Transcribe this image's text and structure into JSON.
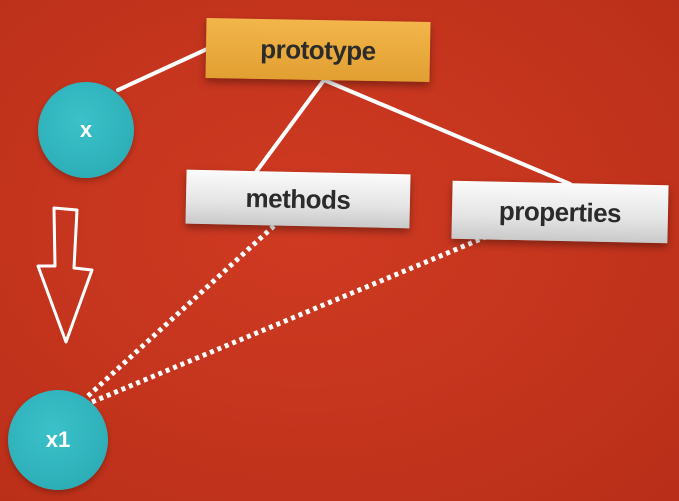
{
  "nodes": {
    "prototype": "prototype",
    "methods": "methods",
    "properties": "properties",
    "x": "x",
    "x1": "x1"
  },
  "colors": {
    "background": "#c4341d",
    "prototype_fill": "#e9a83a",
    "object_fill": "#30b3bc",
    "member_fill": "#e6e6e6",
    "line": "#ffffff"
  }
}
